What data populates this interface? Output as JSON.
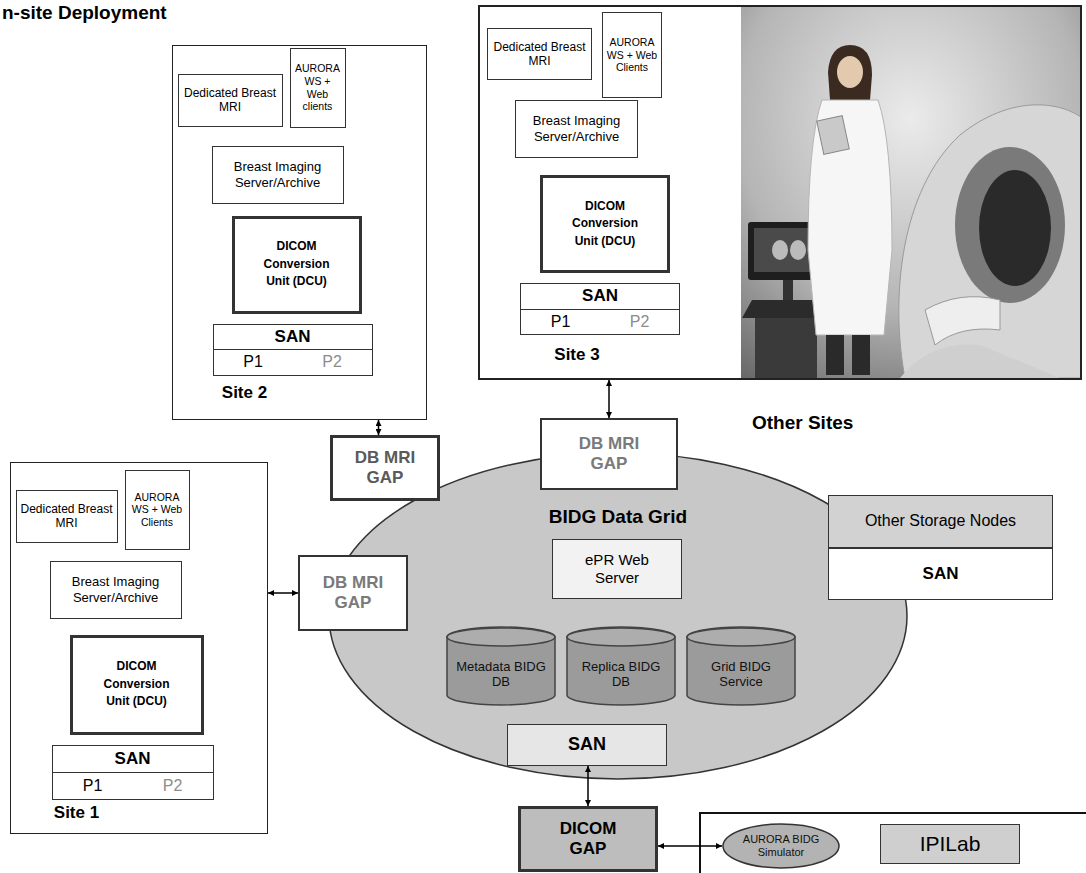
{
  "diagram": {
    "title": "n-site Deployment",
    "nodes": [
      {
        "text": [
          "Site 2"
        ]
      },
      {
        "text": [
          "Dedicated Breast MRI"
        ],
        "in": 0
      },
      {
        "text": [
          "AURORA WS + Web clients"
        ],
        "in": 0
      },
      {
        "text": [
          "Breast Imaging Server/Archive"
        ],
        "in": 0
      },
      {
        "text": [
          "DICOM Conversion Unit (DCU)"
        ],
        "in": 0
      },
      {
        "text": [
          "SAN",
          "P1",
          "P2"
        ],
        "in": 0
      },
      {
        "text": [
          "Site 3"
        ]
      },
      {
        "text": [
          "Dedicated Breast MRI"
        ],
        "in": 6
      },
      {
        "text": [
          "AURORA WS + Web Clients"
        ],
        "in": 6
      },
      {
        "text": [
          "Breast Imaging Server/Archive"
        ],
        "in": 6
      },
      {
        "text": [
          "DICOM Conversion Unit (DCU)"
        ],
        "in": 6
      },
      {
        "text": [
          "SAN",
          "P1",
          "P2"
        ],
        "in": 6
      },
      {
        "text": [
          "DB MRI GAP"
        ]
      },
      {
        "text": [
          "DB MRI GAP"
        ]
      },
      {
        "text": [
          "Site 1"
        ]
      },
      {
        "text": [
          "Dedicated Breast MRI"
        ],
        "in": 14
      },
      {
        "text": [
          "AURORA WS + Web Clients"
        ],
        "in": 14
      },
      {
        "text": [
          "Breast Imaging Server/Archive"
        ],
        "in": 14
      },
      {
        "text": [
          "DICOM Conversion Unit (DCU)"
        ],
        "in": 14
      },
      {
        "text": [
          "SAN",
          "P1",
          "P2"
        ],
        "in": 14
      },
      {
        "text": [
          "DB MRI GAP"
        ]
      },
      {
        "text": [
          "BIDG Data Grid"
        ]
      },
      {
        "text": [
          "ePR Web Server"
        ],
        "in": 21
      },
      {
        "text": [
          "Metadata BIDG DB"
        ],
        "in": 21
      },
      {
        "text": [
          "Replica BIDG DB"
        ],
        "in": 21
      },
      {
        "text": [
          "Grid BIDG Service"
        ],
        "in": 21
      },
      {
        "text": [
          "SAN"
        ],
        "in": 21
      },
      {
        "text": [
          "Other Storage Nodes",
          "SAN"
        ]
      },
      {
        "text": [
          "DICOM GAP"
        ]
      },
      {
        "text": [
          "AURORA BIDG Simulator"
        ]
      },
      {
        "text": [
          "IPILab"
        ]
      }
    ],
    "edges": [
      {
        "from": 0,
        "to": 12,
        "arrow": "both"
      },
      {
        "from": 6,
        "to": 13,
        "arrow": "both"
      },
      {
        "from": 14,
        "to": 20,
        "arrow": "both"
      },
      {
        "from": 26,
        "to": 28,
        "arrow": "both"
      },
      {
        "from": 28,
        "to": 29,
        "arrow": "both"
      }
    ],
    "labels": [
      "Other Sites"
    ]
  }
}
